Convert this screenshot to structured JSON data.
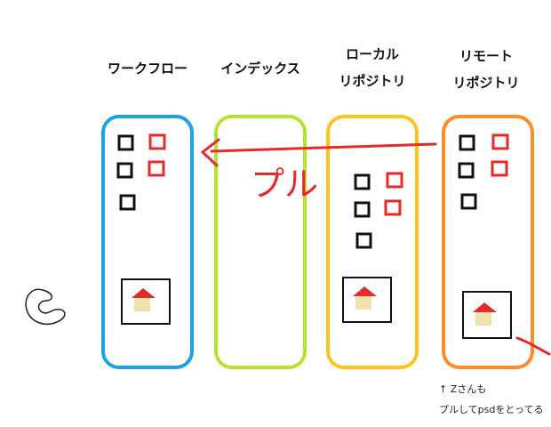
{
  "columns": [
    {
      "id": "workflow",
      "label": "ワークフロー",
      "color": "#1da1e2",
      "files_black": 3,
      "files_red": 2,
      "has_house": true
    },
    {
      "id": "index",
      "label": "インデックス",
      "color": "#b5e32b",
      "files_black": 0,
      "files_red": 0,
      "has_house": false
    },
    {
      "id": "local",
      "label_line1": "ローカル",
      "label_line2": "リポジトリ",
      "color": "#ffc21a",
      "files_black": 3,
      "files_red": 2,
      "has_house": true
    },
    {
      "id": "remote",
      "label_line1": "リモート",
      "label_line2": "リポジトリ",
      "color": "#ff8a2a",
      "files_black": 3,
      "files_red": 2,
      "has_house": true
    }
  ],
  "arrow": {
    "label": "プル",
    "color": "#e52a2a",
    "from": "remote",
    "to": "workflow"
  },
  "note": {
    "line1": "↑ Zさんも",
    "line2": "プルしてpsdをとってる"
  },
  "house": {
    "roof_color": "#e52a2a",
    "wall_color": "#f0e2b0"
  }
}
